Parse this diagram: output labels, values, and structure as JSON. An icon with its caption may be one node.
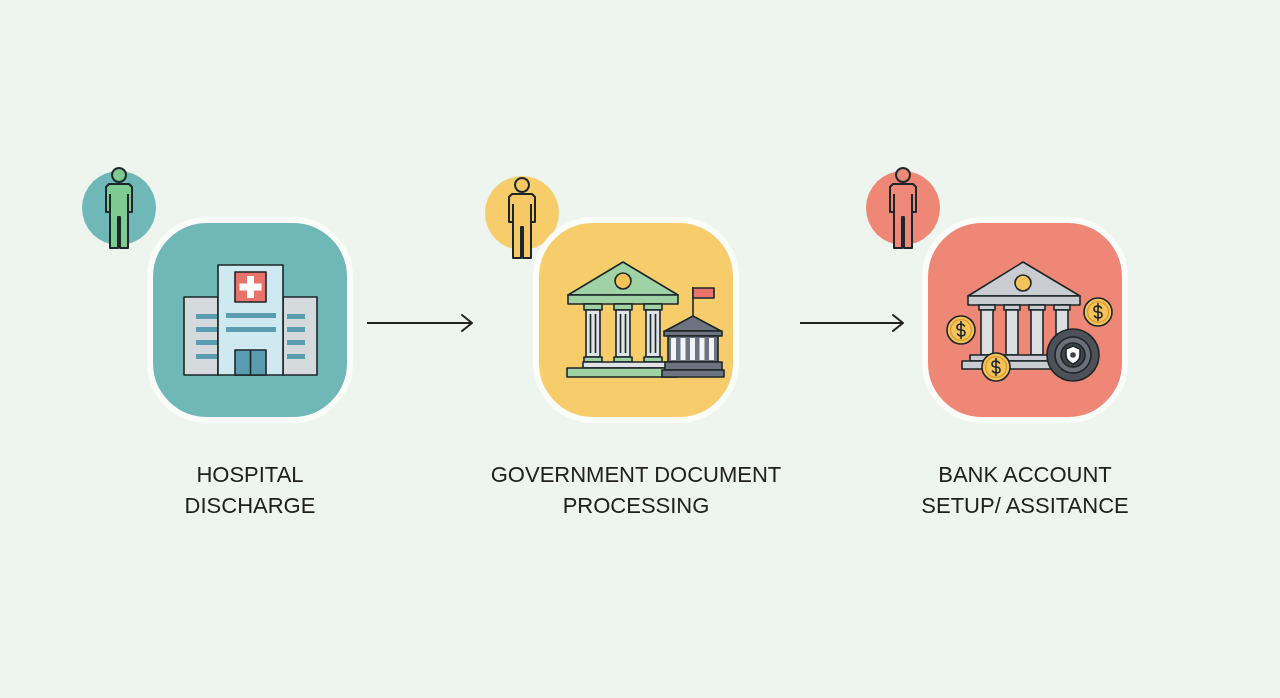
{
  "diagram": {
    "nodes": [
      {
        "text": [
          "HOSPITAL DISCHARGE"
        ]
      },
      {
        "text": [
          "GOVERNMENT DOCUMENT PROCESSING"
        ]
      },
      {
        "text": [
          "BANK ACCOUNT SETUP/ ASSITANCE"
        ]
      }
    ],
    "edges": [
      {
        "from": 0,
        "to": 1,
        "arrow": "to"
      },
      {
        "from": 1,
        "to": 2,
        "arrow": "to"
      }
    ]
  }
}
